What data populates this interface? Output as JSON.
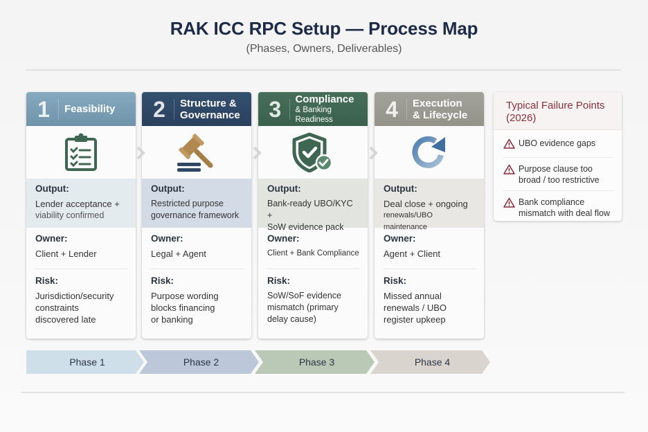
{
  "header": {
    "title": "RAK ICC RPC Setup — Process Map",
    "subtitle": "(Phases, Owners, Deliverables)"
  },
  "colors": {
    "phase1_header": "#7a9fb4",
    "phase2_header": "#2f4665",
    "phase3_header": "#3f6652",
    "phase4_header": "#9a9990",
    "failure_accent": "#8a2f3c"
  },
  "phases": [
    {
      "number": "1",
      "title": "Feasibility",
      "subtitle": "",
      "icon": "clipboard-checklist-icon",
      "output_label": "Output:",
      "output_line1": "Lender acceptance +",
      "output_line2": "viability confirmed",
      "owner_label": "Owner:",
      "owner": "Client + Lender",
      "risk_label": "Risk:",
      "risk_lines": [
        "Jurisdiction/security",
        "constraints",
        "discovered late"
      ]
    },
    {
      "number": "2",
      "title": "Structure &",
      "subtitle": "Governance",
      "icon": "gavel-icon",
      "output_label": "Output:",
      "output_line1": "Restricted purpose",
      "output_line2": "governance framework",
      "owner_label": "Owner:",
      "owner": "Legal + Agent",
      "risk_label": "Risk:",
      "risk_lines": [
        "Purpose wording",
        "blocks financing",
        "or banking"
      ]
    },
    {
      "number": "3",
      "title": "Compliance",
      "subtitle": "& Banking Readiness",
      "icon": "shield-check-icon",
      "output_label": "Output:",
      "output_line1": "Bank-ready UBO/KYC +",
      "output_line2": "SoW evidence pack",
      "owner_label": "Owner:",
      "owner": "Client + Bank Compliance",
      "risk_label": "Risk:",
      "risk_lines": [
        "SoW/SoF evidence",
        "mismatch (primary",
        "delay cause)"
      ]
    },
    {
      "number": "4",
      "title": "Execution",
      "subtitle": "& Lifecycle",
      "icon": "cycle-arrow-icon",
      "output_label": "Output:",
      "output_line1": "Deal close + ongoing",
      "output_line2": "renewals/UBO maintenance",
      "owner_label": "Owner:",
      "owner": "Agent + Client",
      "risk_label": "Risk:",
      "risk_lines": [
        "Missed annual",
        "renewals / UBO",
        "register upkeep"
      ]
    }
  ],
  "failure_points": {
    "title_line1": "Typical Failure Points",
    "title_line2": "(2026)",
    "icon": "warning-triangle-icon",
    "items": [
      {
        "line1": "UBO evidence gaps",
        "line2": ""
      },
      {
        "line1": "Purpose clause too",
        "line2": "broad / too restrictive"
      },
      {
        "line1": "Bank compliance",
        "line2": "mismatch with deal flow"
      }
    ]
  },
  "phase_timeline": [
    {
      "label": "Phase 1",
      "color": "#cfdfe9"
    },
    {
      "label": "Phase 2",
      "color": "#bcc7da"
    },
    {
      "label": "Phase 3",
      "color": "#b9c9b6"
    },
    {
      "label": "Phase 4",
      "color": "#d9d4cd"
    }
  ]
}
